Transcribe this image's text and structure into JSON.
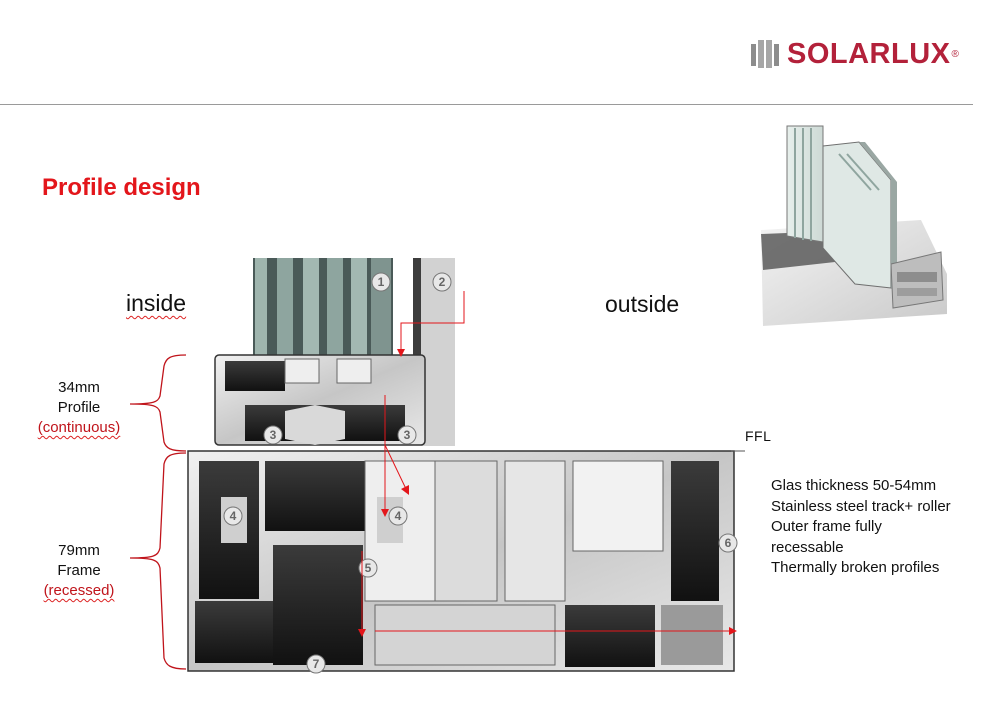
{
  "logo": {
    "text": "SOLARLUX",
    "registered": "®",
    "color": "#b3213a"
  },
  "title": "Profile design",
  "labels": {
    "inside": "inside",
    "outside": "outside",
    "ffl": "FFL"
  },
  "dimensions": {
    "profile": {
      "size": "34mm",
      "name": "Profile",
      "note": "(continuous)"
    },
    "frame": {
      "size": "79mm",
      "name": "Frame",
      "note": "(recessed)"
    }
  },
  "specs": [
    "Glas thickness 50-54mm",
    "Stainless steel track+ roller",
    "Outer frame fully",
    "recessable",
    "Thermally broken profiles"
  ],
  "callouts": [
    "1",
    "2",
    "3",
    "3",
    "4",
    "4",
    "5",
    "6",
    "7"
  ],
  "colors": {
    "accent": "#e3161b",
    "rule": "#9a9a9a"
  }
}
